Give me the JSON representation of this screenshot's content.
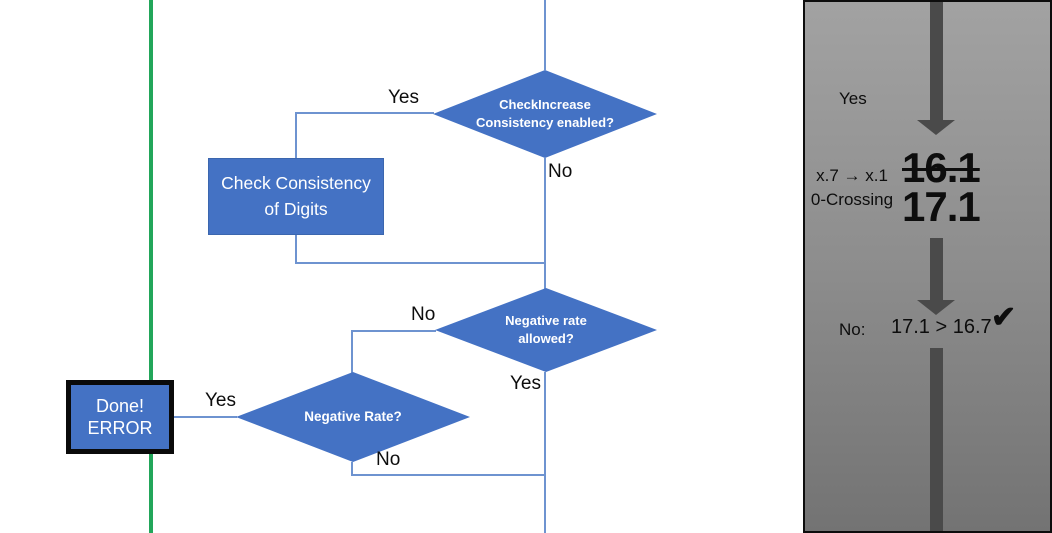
{
  "slide": {
    "flowchart": {
      "diamond_check_increase": "CheckIncrease Consistency enabled?",
      "rect_check_consistency": "Check Consistency of Digits",
      "diamond_negative_allowed": "Negative rate allowed?",
      "diamond_negative_rate": "Negative Rate?",
      "done_box": {
        "line1": "Done!",
        "line2": "ERROR"
      },
      "branch_labels": {
        "d1_yes": "Yes",
        "d1_no": "No",
        "d2_no": "No",
        "d2_yes": "Yes",
        "d3_yes": "Yes",
        "d3_no": "No"
      }
    },
    "panel": {
      "yes_label": "Yes",
      "note_line1": "x.7 → x.1",
      "note_line2": "0-Crossing",
      "old_value": "16.1",
      "new_value": "17.1",
      "result_prefix": "No:",
      "result_comparison": "17.1 > 16.7",
      "checkmark": "✔"
    },
    "colors": {
      "shape_blue": "#4472C4",
      "shape_border": "#3B66AE",
      "connector_blue": "#6E93D0",
      "green_line": "#22A65A",
      "arrow_gray": "#4A4A4A",
      "panel_gradient_top": "#A2A2A2",
      "panel_gradient_bottom": "#737373",
      "panel_border": "#0D0D0D"
    }
  }
}
